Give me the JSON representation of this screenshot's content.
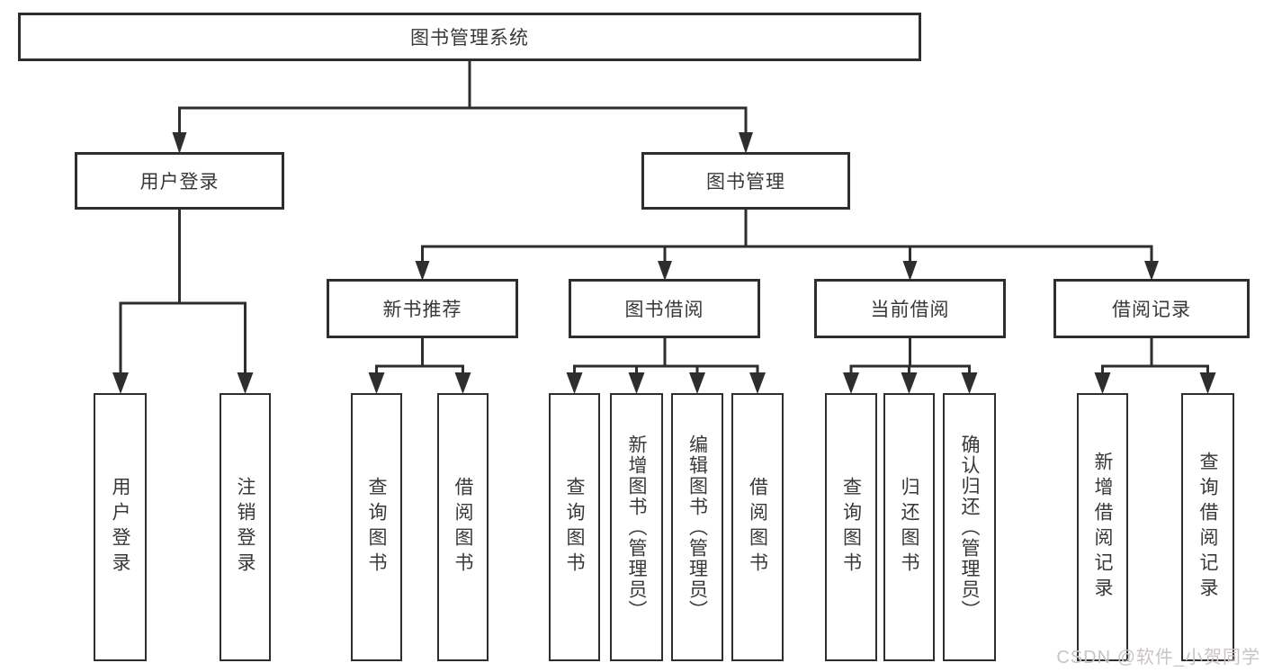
{
  "diagram_type": "tree",
  "nodes": {
    "root": "图书管理系统",
    "user_login": "用户登录",
    "book_management": "图书管理",
    "new_book_recommend": "新书推荐",
    "book_borrow": "图书借阅",
    "current_borrow": "当前借阅",
    "borrow_record": "借阅记录",
    "user_login_leaf": "用户登录",
    "logout": "注销登录",
    "nbr_query_book": "查询图书",
    "nbr_borrow_book": "借阅图书",
    "bb_query_book": "查询图书",
    "bb_add_book": "新增图书（管理员）",
    "bb_edit_book": "编辑图书（管理员）",
    "bb_borrow_book": "借阅图书",
    "cb_query_book": "查询图书",
    "cb_return_book": "归还图书",
    "cb_confirm_return": "确认归还（管理员）",
    "br_add_record": "新增借阅记录",
    "br_query_record": "查询借阅记录"
  },
  "edges": [
    [
      "root",
      "user_login"
    ],
    [
      "root",
      "book_management"
    ],
    [
      "user_login",
      "user_login_leaf"
    ],
    [
      "user_login",
      "logout"
    ],
    [
      "book_management",
      "new_book_recommend"
    ],
    [
      "book_management",
      "book_borrow"
    ],
    [
      "book_management",
      "current_borrow"
    ],
    [
      "book_management",
      "borrow_record"
    ],
    [
      "new_book_recommend",
      "nbr_query_book"
    ],
    [
      "new_book_recommend",
      "nbr_borrow_book"
    ],
    [
      "book_borrow",
      "bb_query_book"
    ],
    [
      "book_borrow",
      "bb_add_book"
    ],
    [
      "book_borrow",
      "bb_edit_book"
    ],
    [
      "book_borrow",
      "bb_borrow_book"
    ],
    [
      "current_borrow",
      "cb_query_book"
    ],
    [
      "current_borrow",
      "cb_return_book"
    ],
    [
      "current_borrow",
      "cb_confirm_return"
    ],
    [
      "borrow_record",
      "br_add_record"
    ],
    [
      "borrow_record",
      "br_query_record"
    ]
  ],
  "watermark": "CSDN @软件_小贺同学",
  "colors": {
    "line": "#2e2e2e",
    "box_border": "#2e2e2e",
    "text": "#383838",
    "background": "#ffffff",
    "watermark": "#c9c3c3"
  }
}
